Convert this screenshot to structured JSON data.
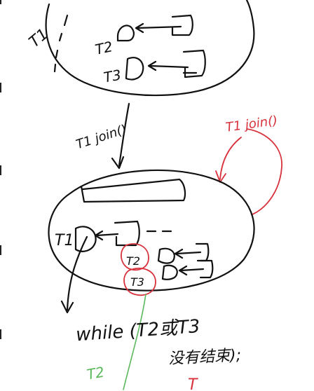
{
  "labels": {
    "t1_top": "T1",
    "t2_top": "T2",
    "t3_top": "T3",
    "t1_join_black": "T1 join()",
    "t1_join_red": "T1 join()",
    "t1_lower": "T1",
    "t2_lower": "T2",
    "t3_lower": "T3",
    "while_text": "while (T2或T3",
    "while_text_2": "没有结束);",
    "t2_green": "T2",
    "t_bottom": "T"
  },
  "colors": {
    "ink": "#111111",
    "annotation": "#d8323c",
    "thread_line": "#5cb85c"
  }
}
